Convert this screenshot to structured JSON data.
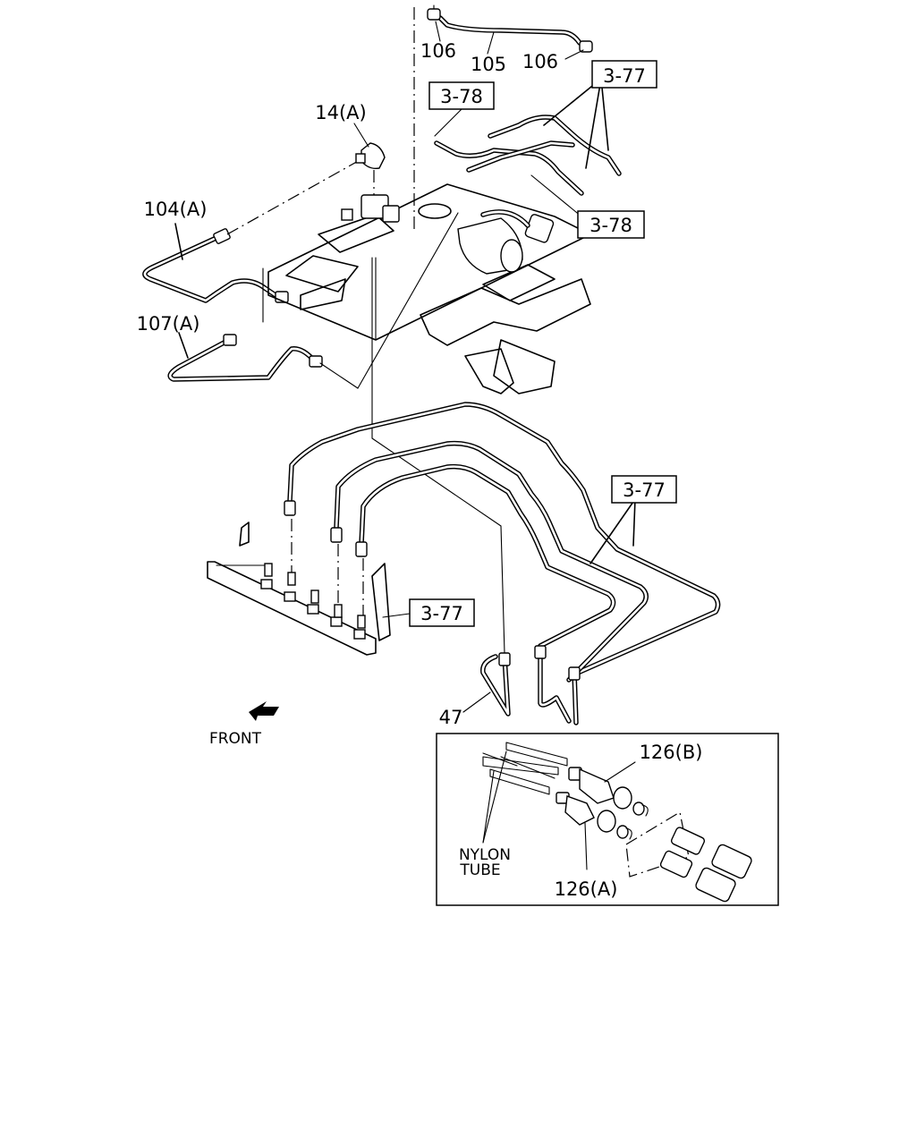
{
  "callouts": {
    "p106_left": "106",
    "p105": "105",
    "p106_right": "106",
    "p14a": "14(A)",
    "p104a": "104(A)",
    "p107a": "107(A)",
    "p47": "47",
    "front": "FRONT",
    "p126b": "126(B)",
    "p126a": "126(A)",
    "nylon_line1": "NYLON",
    "nylon_line2": "TUBE"
  },
  "refs": {
    "r377_top": "3-77",
    "r378_top": "3-78",
    "r378_mid": "3-78",
    "r377_mid": "3-77",
    "r377_low": "3-77"
  }
}
